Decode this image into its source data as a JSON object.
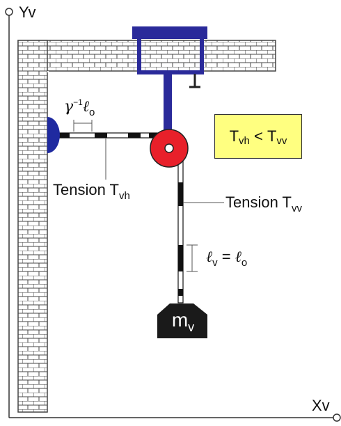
{
  "axes": {
    "y_label": "Yv",
    "x_label": "Xv"
  },
  "labels": {
    "unit_length_symbol": "ℓ",
    "unit_length_sub": "o",
    "gamma_symbol": "γ",
    "gamma_exponent": "−1",
    "tension_h_text": "Tension T",
    "tension_h_sub": "vh",
    "tension_v_text": "Tension T",
    "tension_v_sub": "vv",
    "length_v_symbol": "ℓ",
    "length_v_sub": "v",
    "equals": " = ",
    "length_o_symbol": "ℓ",
    "length_o_sub": "o"
  },
  "inequality": {
    "left": "T",
    "left_sub": "vh",
    "operator": " < ",
    "right": "T",
    "right_sub": "vv"
  },
  "mass": {
    "symbol": "m",
    "sub": "v"
  },
  "colors": {
    "clamp": "#2a2a9a",
    "pulley": "#e8202a",
    "anchor": "#1f2aa0",
    "highlight_box": "#ffff80",
    "mass": "#1a1a1a"
  }
}
